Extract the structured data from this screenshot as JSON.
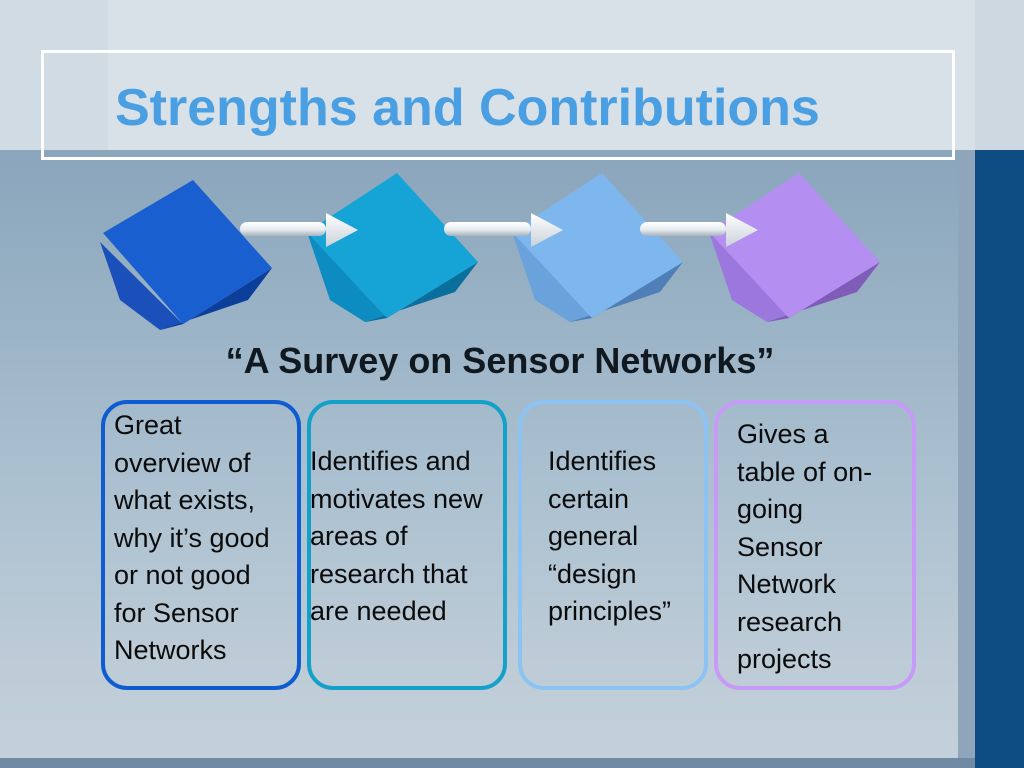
{
  "slide": {
    "title": "Strengths and Contributions",
    "subtitle": "“A Survey on Sensor Networks”"
  },
  "cards": [
    {
      "text": "Great\noverview of\nwhat exists,\nwhy it’s good\nor not good\nfor Sensor\nNetworks",
      "border_color": "#0f5bd0"
    },
    {
      "text": "Identifies and\nmotivates new\nareas of\nresearch that\nare needed",
      "border_color": "#13a1c9"
    },
    {
      "text": "Identifies\ncertain\ngeneral\n“design\nprinciples”",
      "border_color": "#8cc3f3"
    },
    {
      "text": "Gives a\ntable of on-\ngoing\nSensor\nNetwork\nresearch\nprojects",
      "border_color": "#c89af7"
    }
  ],
  "cubes": [
    {
      "name": "cube-dark-blue",
      "front": "#1a5fd0",
      "side": "#0c3f99",
      "top": "#1b4fb9"
    },
    {
      "name": "cube-teal",
      "front": "#16a3d6",
      "side": "#0b6f9e",
      "top": "#0d8cc1"
    },
    {
      "name": "cube-steel-blue",
      "front": "#7eb6ee",
      "side": "#4f7fb6",
      "top": "#6aa2dc"
    },
    {
      "name": "cube-violet",
      "front": "#b48ef0",
      "side": "#7e5cb8",
      "top": "#9c77dd"
    }
  ],
  "colors": {
    "title": "#4a9fe2",
    "background_top": "#7e9cb6",
    "background_bottom": "#c5d1da"
  }
}
